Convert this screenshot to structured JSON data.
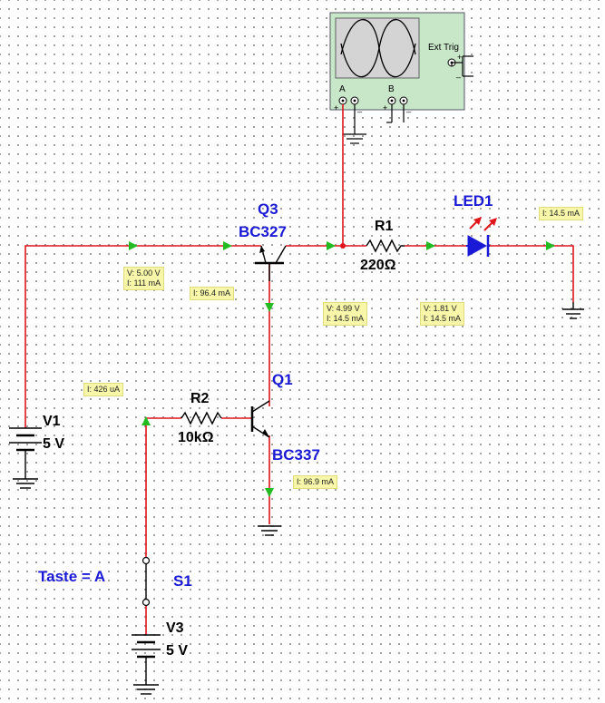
{
  "components": {
    "q3": {
      "ref": "Q3",
      "model": "BC327"
    },
    "q1": {
      "ref": "Q1",
      "model": "BC337"
    },
    "r1": {
      "ref": "R1",
      "value": "220Ω"
    },
    "r2": {
      "ref": "R2",
      "value": "10kΩ"
    },
    "led1": {
      "ref": "LED1"
    },
    "v1": {
      "ref": "V1",
      "value": "5 V"
    },
    "v3": {
      "ref": "V3",
      "value": "5 V"
    },
    "s1": {
      "ref": "S1",
      "key": "Taste = A"
    }
  },
  "scope": {
    "ext_trig": "Ext Trig",
    "ch_a": "A",
    "ch_b": "B",
    "plus": "+",
    "minus": "_"
  },
  "probes": {
    "p1": {
      "v": "V: 5.00 V",
      "i": "I: 111 mA"
    },
    "p2": {
      "i": "I: 96.4 mA"
    },
    "p3": {
      "v": "V: 4.99 V",
      "i": "I: 14.5 mA"
    },
    "p4": {
      "v": "V: 1.81 V",
      "i": "I: 14.5 mA"
    },
    "p5": {
      "i": "I: 14.5 mA"
    },
    "p6": {
      "i": "I: 426 uA"
    },
    "p7": {
      "i": "I: 96.9 mA"
    }
  },
  "colors": {
    "wire": "#e0141b",
    "arrow": "#22bb22",
    "label": "#1a1ad6",
    "probe_bg": "#f8f6a8",
    "scope_body": "#c8e6c8"
  }
}
